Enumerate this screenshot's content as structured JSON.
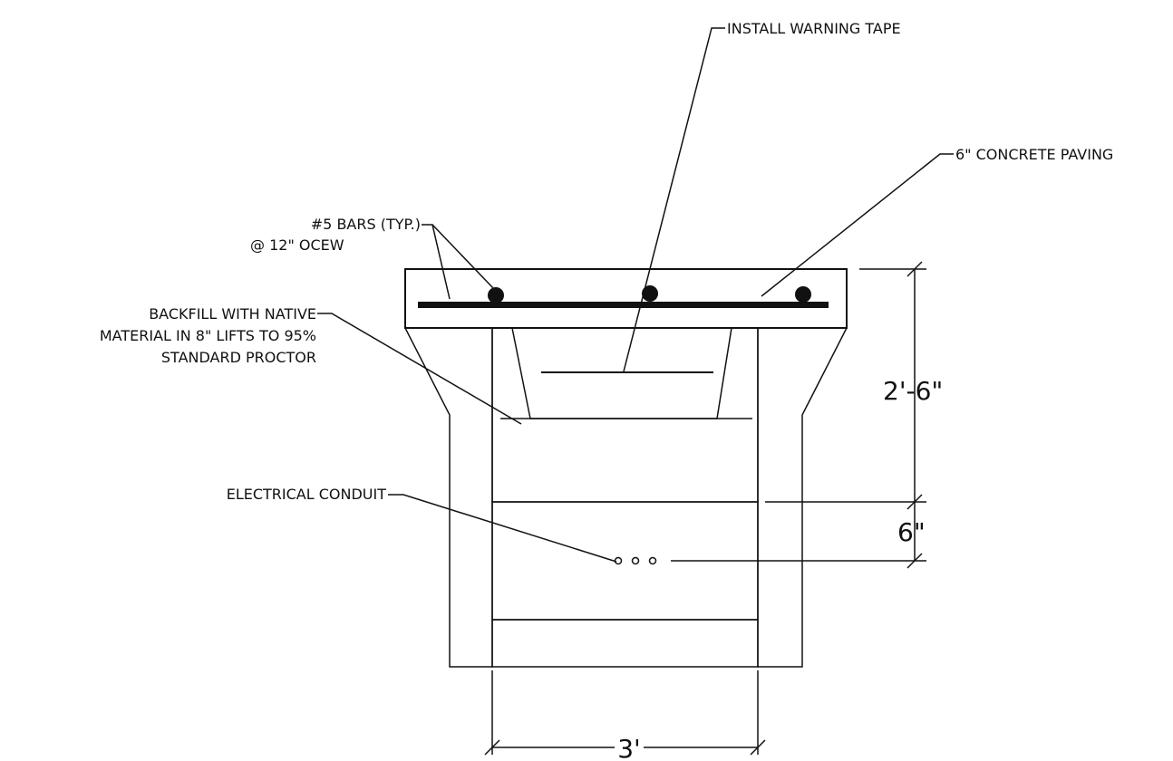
{
  "labels": {
    "warning_tape": "INSTALL WARNING TAPE",
    "concrete_paving": "6\" CONCRETE PAVING",
    "bars_line1": "#5 BARS (TYP.)",
    "bars_line2": "@ 12\" OCEW",
    "backfill_line1": "BACKFILL WITH NATIVE",
    "backfill_line2": "MATERIAL IN 8\" LIFTS TO 95%",
    "backfill_line3": "STANDARD PROCTOR",
    "conduit": "ELECTRICAL CONDUIT"
  },
  "dimensions": {
    "total_depth": "2'-6\"",
    "bedding_depth": "6\"",
    "trench_width": "3'"
  },
  "colors": {
    "ink": "#111111",
    "background": "#ffffff"
  }
}
